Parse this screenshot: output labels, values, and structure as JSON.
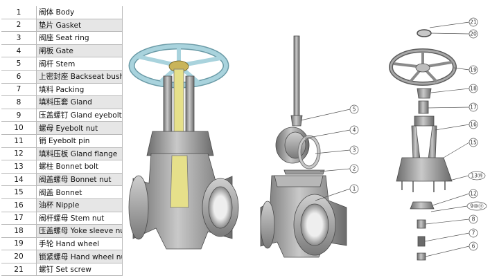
{
  "parts": [
    {
      "no": "1",
      "name": "阀体 Body"
    },
    {
      "no": "2",
      "name": "垫片 Gasket"
    },
    {
      "no": "3",
      "name": "阀座 Seat ring"
    },
    {
      "no": "4",
      "name": "闸板 Gate"
    },
    {
      "no": "5",
      "name": "阀杆 Stem"
    },
    {
      "no": "6",
      "name": "上密封座 Backseat bushing"
    },
    {
      "no": "7",
      "name": "填料 Packing"
    },
    {
      "no": "8",
      "name": "填料压套 Gland"
    },
    {
      "no": "9",
      "name": "压盖螺钉 Gland eyebolt"
    },
    {
      "no": "10",
      "name": "螺母 Eyebolt nut"
    },
    {
      "no": "11",
      "name": "销 Eyebolt pin"
    },
    {
      "no": "12",
      "name": "填料压板 Gland flange"
    },
    {
      "no": "13",
      "name": "螺柱 Bonnet bolt"
    },
    {
      "no": "14",
      "name": "阀盖螺母 Bonnet nut"
    },
    {
      "no": "15",
      "name": "阀盖 Bonnet"
    },
    {
      "no": "16",
      "name": "油杯 Nipple"
    },
    {
      "no": "17",
      "name": "阀杆螺母 Stem nut"
    },
    {
      "no": "18",
      "name": "压盖螺母 Yoke sleeve nut"
    },
    {
      "no": "19",
      "name": "手轮 Hand wheel"
    },
    {
      "no": "20",
      "name": "锁紧螺母 Hand wheel nut"
    },
    {
      "no": "21",
      "name": "螺钉 Set screw"
    }
  ],
  "callouts": {
    "c1": "1",
    "c2": "2",
    "c3": "3",
    "c4": "4",
    "c5": "5",
    "c6": "6",
    "c7": "7",
    "c8": "8",
    "c9_11": "9⑩⑪",
    "c12": "12",
    "c13_14": "13⑭",
    "c15": "15",
    "c16": "16",
    "c17": "17",
    "c18": "18",
    "c19": "19",
    "c20": "20",
    "c21": "21"
  },
  "colors": {
    "metal": "#8e8e8e",
    "handwheel": "#a9d3dd",
    "stem_yellow": "#e6e08a",
    "table_shade": "#e6e6e6"
  }
}
